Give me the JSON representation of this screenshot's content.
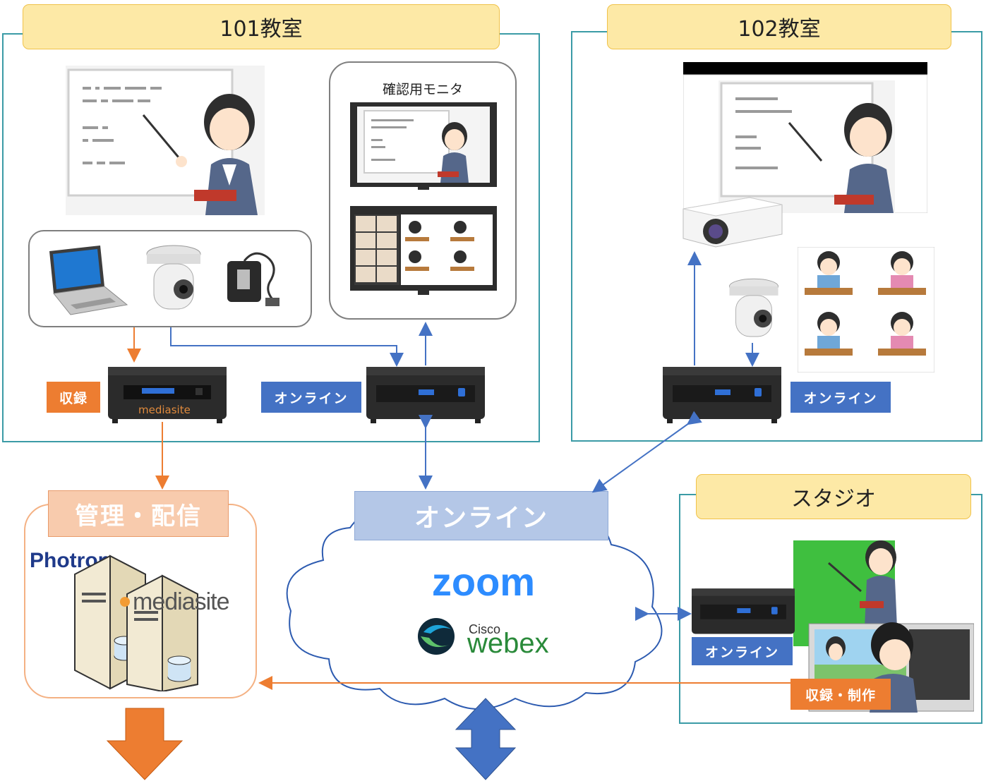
{
  "room101": {
    "title": "101教室",
    "monitor_label": "確認用モニタ",
    "record_tag": "収録",
    "online_tag": "オンライン",
    "device_brand": "mediasite"
  },
  "room102": {
    "title": "102教室",
    "online_tag": "オンライン"
  },
  "studio": {
    "title": "スタジオ",
    "online_tag": "オンライン",
    "record_tag": "収録・制作"
  },
  "management": {
    "title": "管理・配信",
    "logo_photron": "Photron",
    "logo_mediasite": "mediasite"
  },
  "cloud": {
    "title": "オンライン",
    "zoom": "zoom",
    "cisco": "Cisco",
    "webex": "webex"
  },
  "colors": {
    "teal_border": "#3b9ba6",
    "title_fill": "#fde9a6",
    "online_blue": "#4472c4",
    "record_orange": "#ed7d31",
    "arrow_blue": "#4472c4",
    "arrow_orange": "#ed7d31"
  }
}
